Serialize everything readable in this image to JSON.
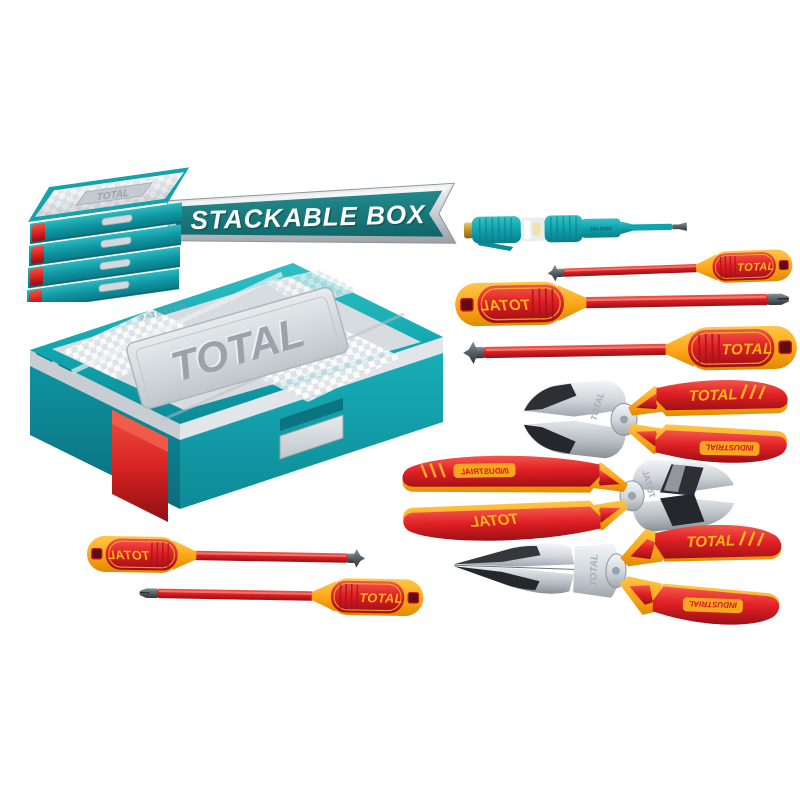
{
  "background": "#ffffff",
  "brand": "TOTAL",
  "banner": {
    "text": "STACKABLE BOX"
  },
  "labels": {
    "industrial": "INDUSTRIAL",
    "patented": "PATENTED",
    "tester_rating": "100-500V"
  },
  "colors": {
    "teal": "#0FA3AD",
    "teal_dark": "#0B7F8C",
    "banner_teal": "#16777B",
    "red": "#E02025",
    "yellow": "#FFA81C",
    "silver": "#CCD2D7",
    "chrome": "#CFD5DA",
    "metal_dark": "#565E66",
    "brass": "#C08F2E",
    "white": "#FFFFFF"
  },
  "items": [
    {
      "name": "stacked-toolboxes"
    },
    {
      "name": "stackable-box-banner"
    },
    {
      "name": "open-toolbox"
    },
    {
      "name": "voltage-tester"
    },
    {
      "name": "phillips-screwdriver-small"
    },
    {
      "name": "slotted-screwdriver-large"
    },
    {
      "name": "phillips-screwdriver-large"
    },
    {
      "name": "diagonal-cutting-pliers"
    },
    {
      "name": "combination-pliers"
    },
    {
      "name": "long-nose-pliers"
    },
    {
      "name": "phillips-screwdriver-medium"
    },
    {
      "name": "slotted-screwdriver-medium"
    }
  ]
}
